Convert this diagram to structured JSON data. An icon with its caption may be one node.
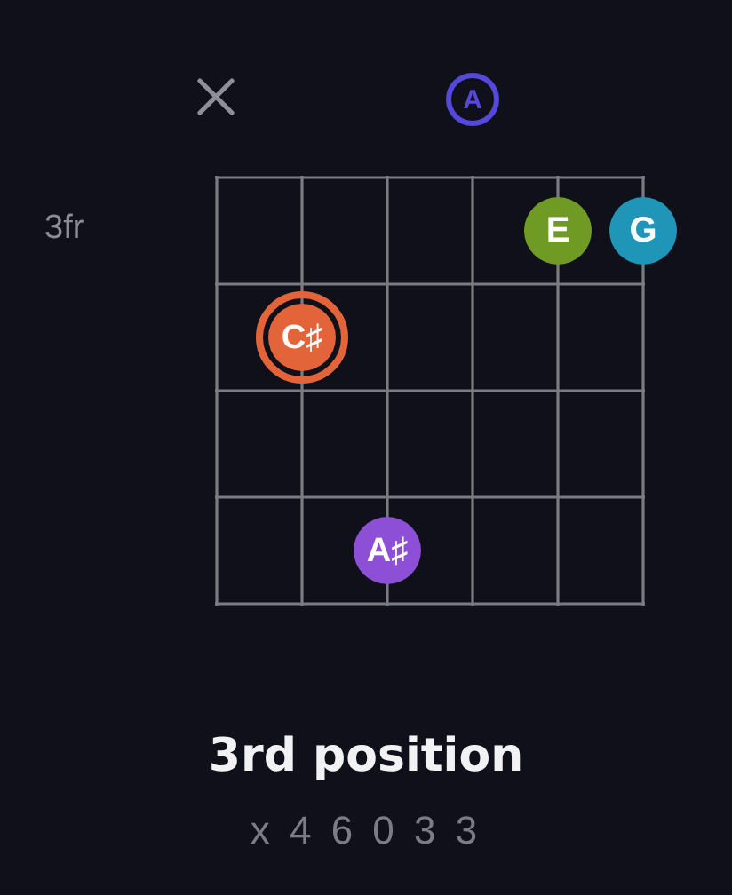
{
  "diagram": {
    "title": "3rd position",
    "caption": "x 4 6 0 3 3",
    "nodes": [
      {
        "text": [
          "A"
        ]
      },
      {
        "text": [
          "E"
        ]
      },
      {
        "text": [
          "G"
        ]
      },
      {
        "text": [
          "C♯"
        ]
      },
      {
        "text": [
          "A♯"
        ]
      }
    ],
    "labels": [
      "3fr"
    ]
  }
}
